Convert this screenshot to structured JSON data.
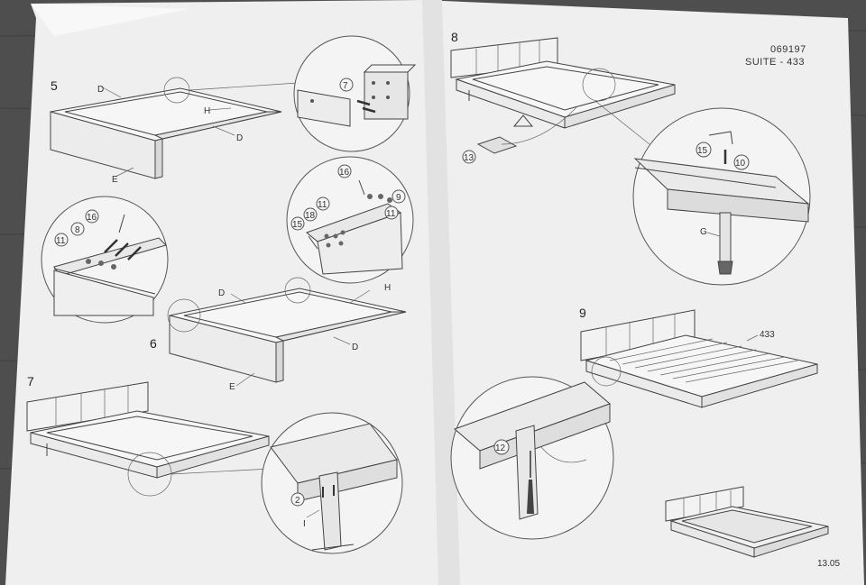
{
  "doc": {
    "product_code": "069197",
    "product_name": "SUITE - 433",
    "footer_partial": "13.05"
  },
  "steps": {
    "s5": "5",
    "s6": "6",
    "s7": "7",
    "s8": "8",
    "s9": "9"
  },
  "labels": {
    "step5_D_top": "D",
    "step5_H": "H",
    "step5_D_side": "D",
    "step5_E": "E",
    "step5_callout7": "7",
    "step6_D_top": "D",
    "step6_H": "H",
    "step6_D_side": "D",
    "step6_E": "E",
    "step6_left_16": "16",
    "step6_left_8": "8",
    "step6_left_11": "11",
    "step6_right_16": "16",
    "step6_right_9": "9",
    "step6_right_11a": "11",
    "step6_right_11b": "11",
    "step6_right_18": "18",
    "step6_right_15": "15",
    "step7_2": "2",
    "step7_I": "I",
    "step8_13": "13",
    "step8_15": "15",
    "step8_10": "10",
    "step8_G": "G",
    "step8_12": "12",
    "step9_433": "433"
  }
}
